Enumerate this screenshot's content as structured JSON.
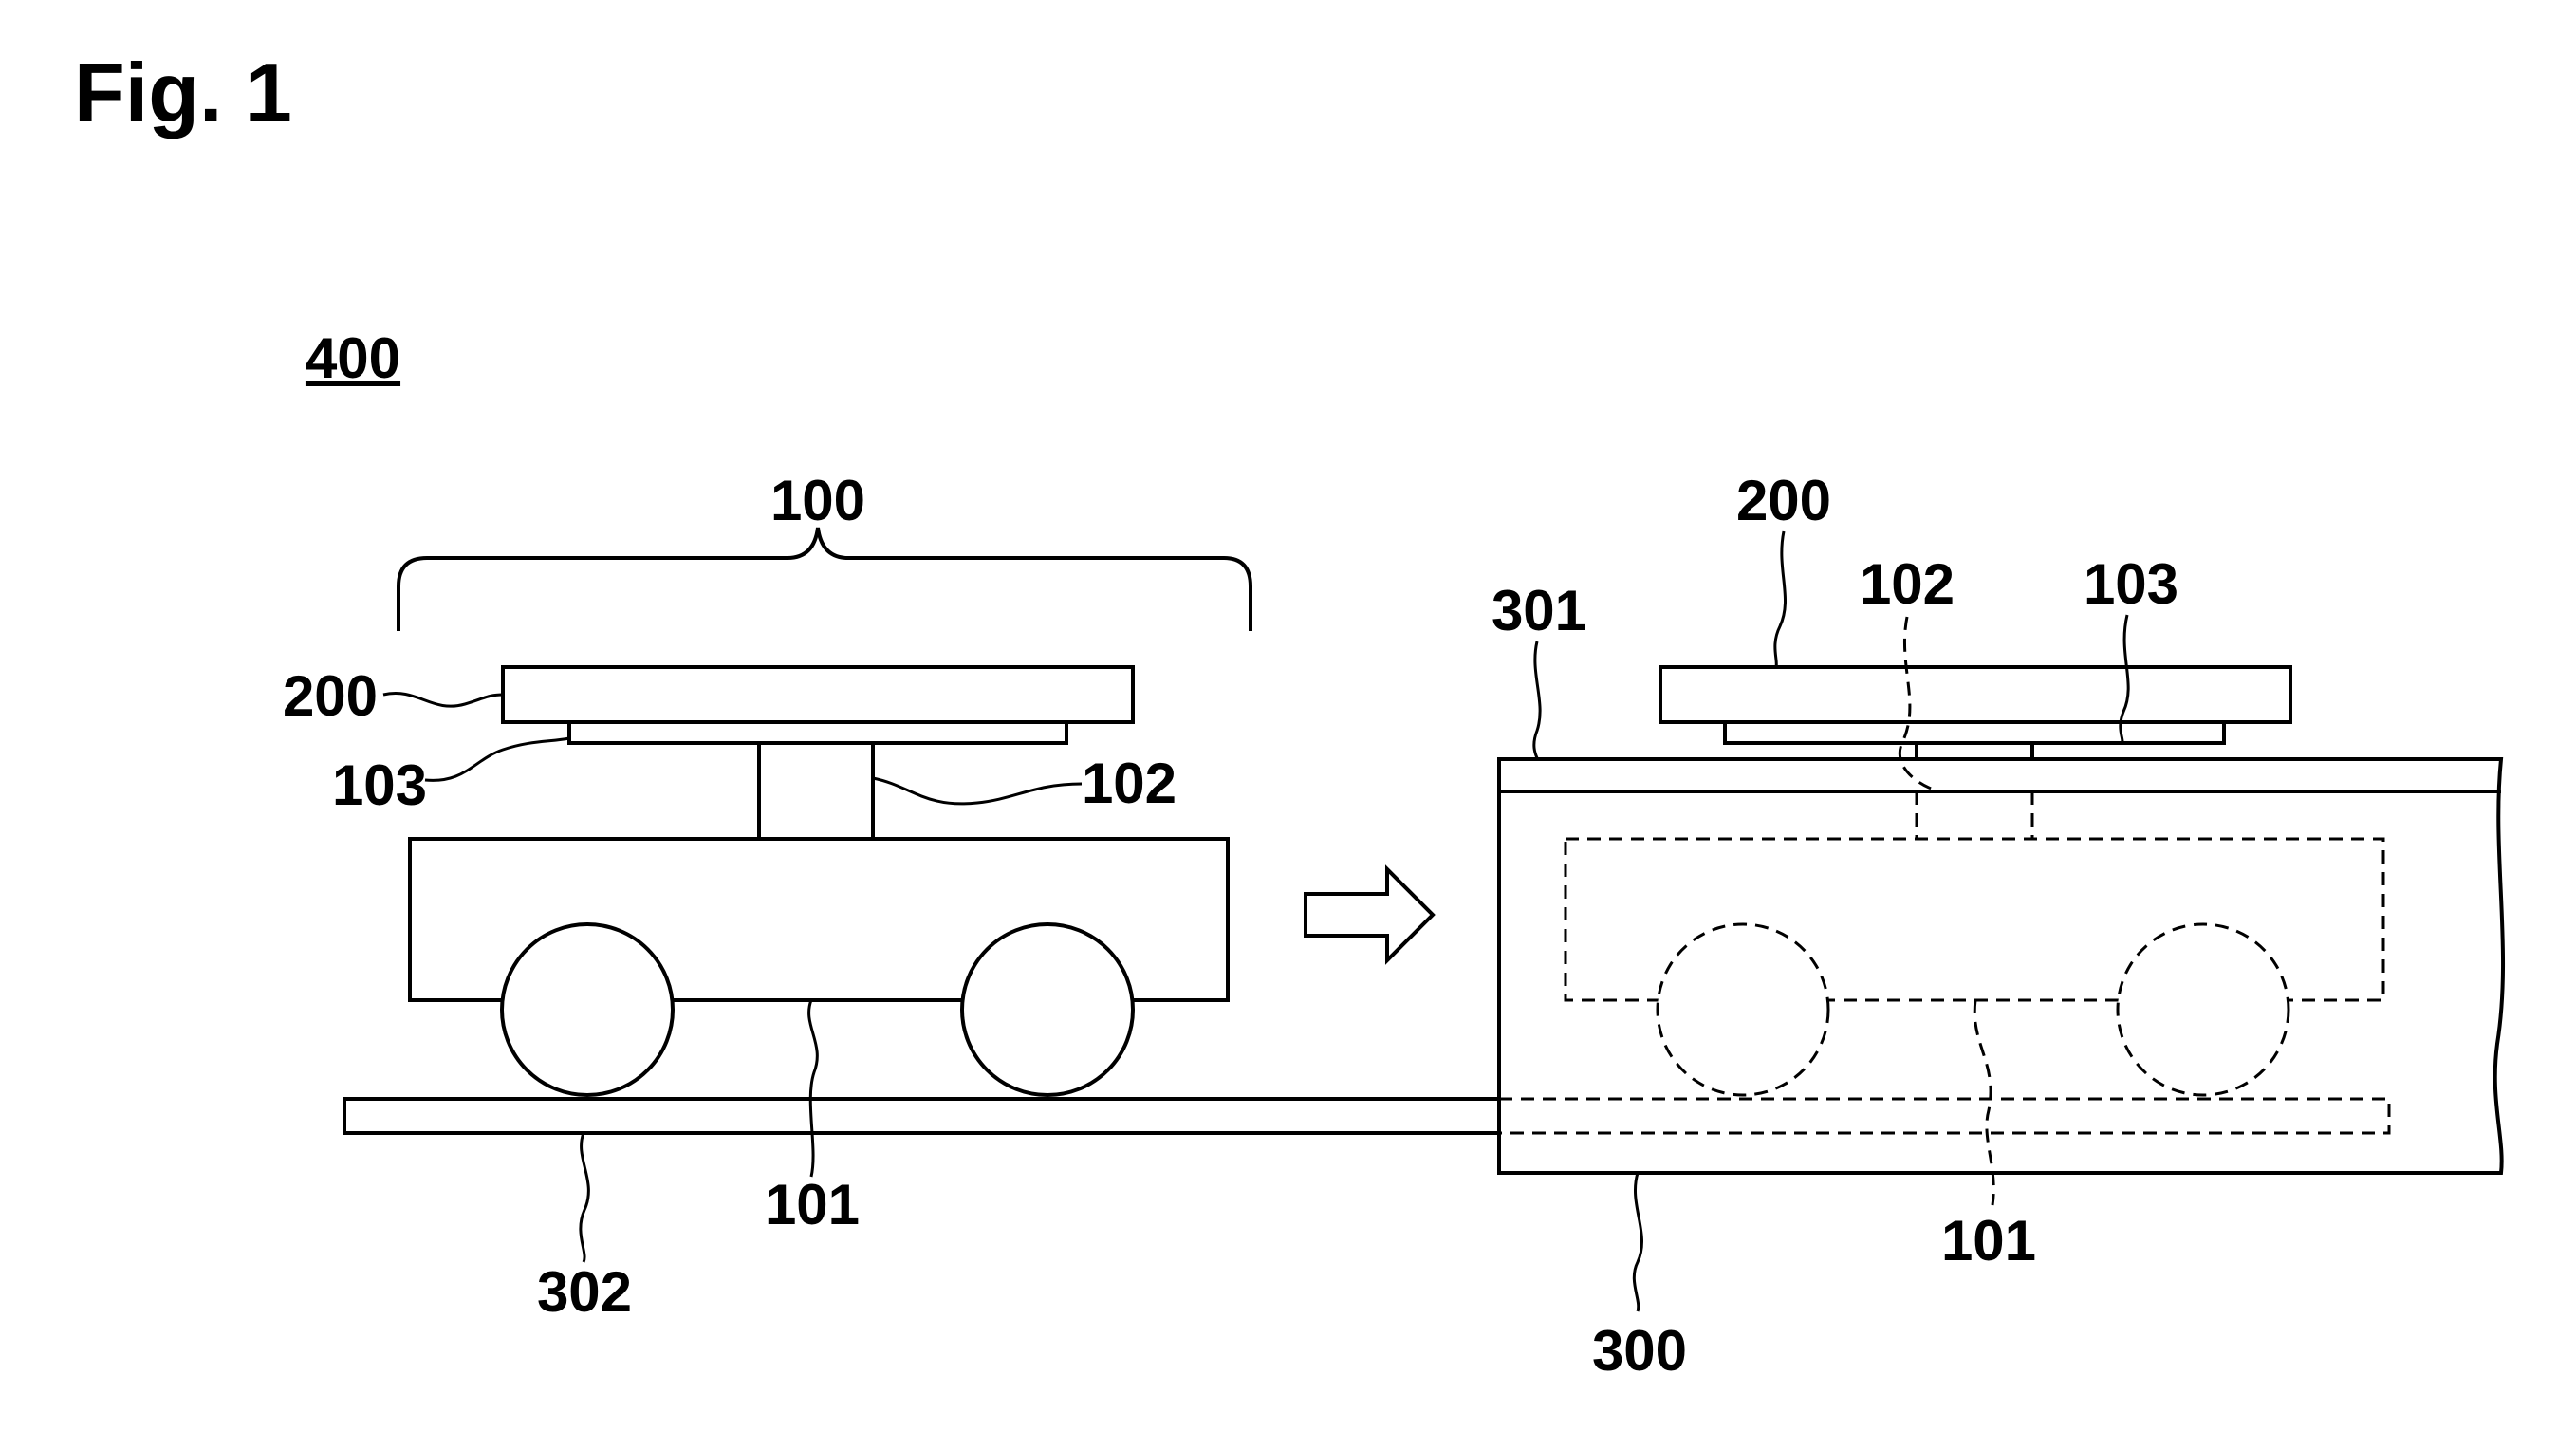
{
  "figure": {
    "title": "Fig. 1",
    "system_ref": "400"
  },
  "left_view": {
    "group_ref": "100",
    "workpiece_ref": "200",
    "plate_ref": "103",
    "column_ref": "102",
    "vehicle_ref": "101",
    "rail_ref": "302"
  },
  "right_view": {
    "workpiece_ref": "200",
    "top_ref": "301",
    "column_ref": "102",
    "plate_ref": "103",
    "vehicle_ref": "101",
    "station_ref": "300"
  },
  "colors": {
    "line": "#000000",
    "background": "#ffffff"
  }
}
